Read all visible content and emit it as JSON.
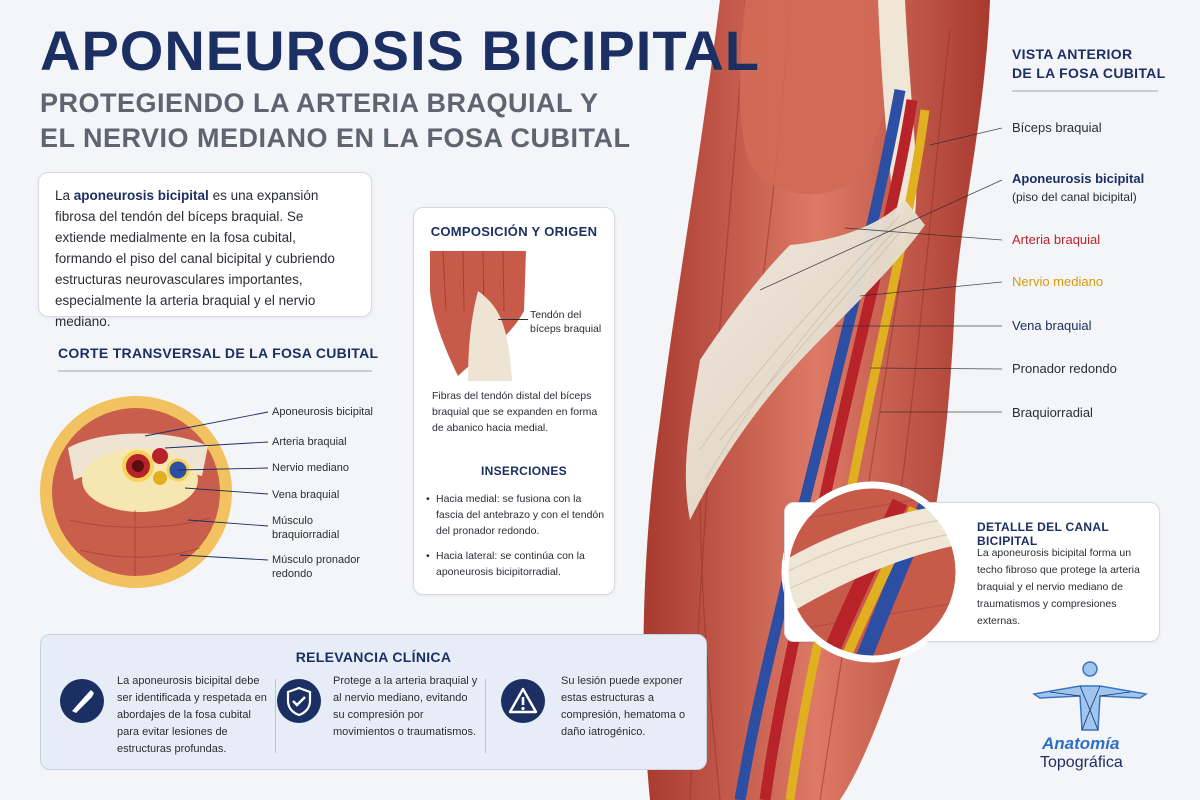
{
  "header": {
    "title": "APONEUROSIS BICIPITAL",
    "subtitle": "PROTEGIENDO LA ARTERIA BRAQUIAL Y EL NERVIO MEDIANO EN LA FOSA CUBITAL"
  },
  "intro": {
    "before": "La ",
    "term": "aponeurosis bicipital",
    "after": " es una expansión fibrosa del tendón del bíceps braquial. Se extiende medialmente en la fosa cubital, formando el piso del canal bicipital y cubriendo estructuras neurovasculares importantes, especialmente la arteria braquial y el nervio mediano."
  },
  "cross_section": {
    "title": "CORTE TRANSVERSAL DE LA FOSA CUBITAL",
    "labels": [
      "Aponeurosis bicipital",
      "Arteria braquial",
      "Nervio mediano",
      "Vena braquial",
      "Músculo braquiorradial",
      "Músculo pronador redondo"
    ]
  },
  "composition": {
    "title": "COMPOSICIÓN Y ORIGEN",
    "tendon_label": "Tendón del bíceps braquial",
    "description": "Fibras del tendón distal del bíceps braquial que se expanden en forma de abanico hacia medial.",
    "insertions_title": "INSERCIONES",
    "insertions": [
      "Hacia medial: se fusiona con la fascia del antebrazo y con el tendón del pronador redondo.",
      "Hacia lateral: se continúa con la aponeurosis bicipitorradial."
    ],
    "bullet": "•"
  },
  "anterior_view": {
    "title_line1": "VISTA ANTERIOR",
    "title_line2": "DE LA FOSA CUBITAL",
    "labels": [
      {
        "text": "Bíceps braquial",
        "sub": "",
        "color": "#2a2d33"
      },
      {
        "text": "Aponeurosis bicipital",
        "sub": "(piso del canal bicipital)",
        "color": "#1b2f63"
      },
      {
        "text": "Arteria braquial",
        "sub": "",
        "color": "#b8232a"
      },
      {
        "text": "Nervio mediano",
        "sub": "",
        "color": "#d89a0a"
      },
      {
        "text": "Vena braquial",
        "sub": "",
        "color": "#1b2f63"
      },
      {
        "text": "Pronador redondo",
        "sub": "",
        "color": "#2a2d33"
      },
      {
        "text": "Braquiorradial",
        "sub": "",
        "color": "#2a2d33"
      }
    ]
  },
  "detail": {
    "title": "DETALLE DEL CANAL BICIPITAL",
    "text": "La aponeurosis bicipital forma un techo fibroso que protege la arteria braquial y el nervio mediano de traumatismos y compresiones externas."
  },
  "clinical": {
    "title": "RELEVANCIA CLÍNICA",
    "items": [
      {
        "icon": "scalpel-icon",
        "text": "La aponeurosis bicipital debe ser identificada y respetada en abordajes de la fosa cubital para evitar lesiones de estructuras profundas."
      },
      {
        "icon": "shield-icon",
        "text": "Protege a la arteria braquial y al nervio mediano, evitando su compresión por movimientos o traumatismos."
      },
      {
        "icon": "warning-icon",
        "text": "Su lesión puede exponer estas estructuras a compresión, hematoma o daño iatrogénico."
      }
    ]
  },
  "logo": {
    "line1": "Anatomía",
    "line2": "Topográfica"
  },
  "colors": {
    "navy": "#1b2f63",
    "artery": "#b8232a",
    "nerve": "#e0b020",
    "vein": "#2c4fa3",
    "muscle": "#c85a4a",
    "aponeurosis": "#eae2d2"
  }
}
